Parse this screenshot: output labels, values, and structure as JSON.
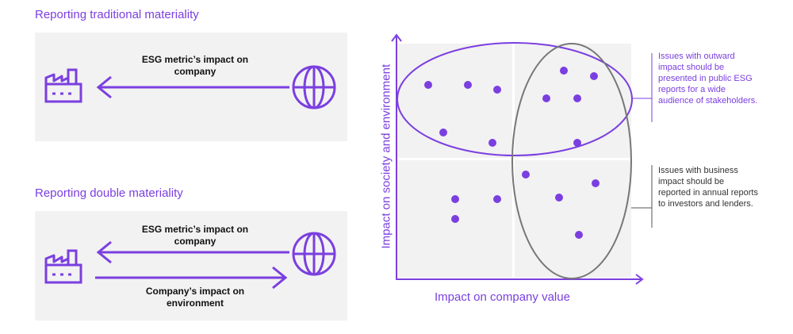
{
  "traditional": {
    "heading": "Reporting traditional materiality",
    "arrow_label": "ESG metric’s impact on company"
  },
  "double": {
    "heading": "Reporting double materiality",
    "arrow_label_top": "ESG metric’s impact on company",
    "arrow_label_bottom": "Company’s impact on environment"
  },
  "matrix": {
    "x_label": "Impact on company value",
    "y_label": "Impact on society and environment",
    "note_outward": "Issues with outward impact should be presented in public ESG reports for a wide audience of stakeholders.",
    "note_business": "Issues with business impact should be reported in annual reports to investors and lenders."
  },
  "colors": {
    "purple": "#7b3fe0",
    "grey_ellipse": "#777777",
    "panel": "#f2f2f2",
    "note_outward": "#7b3fe0",
    "note_business": "#333333"
  },
  "icons": [
    "factory-icon",
    "globe-icon"
  ]
}
